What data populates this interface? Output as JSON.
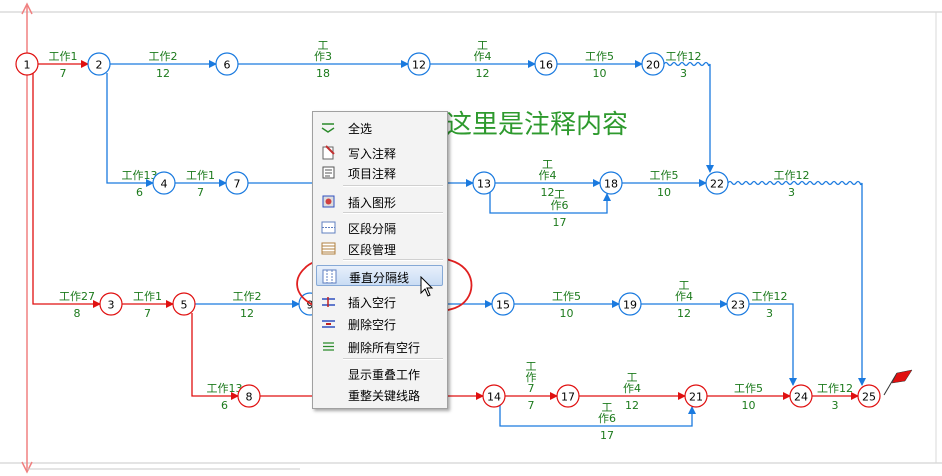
{
  "colors": {
    "red": "#e01010",
    "blue": "#1a7adf",
    "green": "#1c7a1c",
    "note": "#2e9a2e",
    "flag": "#e01010"
  },
  "note_text": "这里是注释内容",
  "nodes": [
    {
      "id": "1",
      "color": "red"
    },
    {
      "id": "2",
      "color": "blue"
    },
    {
      "id": "6",
      "color": "blue"
    },
    {
      "id": "12",
      "color": "blue"
    },
    {
      "id": "16",
      "color": "blue"
    },
    {
      "id": "20",
      "color": "blue"
    },
    {
      "id": "4",
      "color": "blue"
    },
    {
      "id": "7",
      "color": "blue"
    },
    {
      "id": "13",
      "color": "blue"
    },
    {
      "id": "18",
      "color": "blue"
    },
    {
      "id": "22",
      "color": "blue"
    },
    {
      "id": "3",
      "color": "red"
    },
    {
      "id": "5",
      "color": "red"
    },
    {
      "id": "9",
      "color": "blue"
    },
    {
      "id": "15",
      "color": "blue"
    },
    {
      "id": "19",
      "color": "blue"
    },
    {
      "id": "23",
      "color": "blue"
    },
    {
      "id": "8",
      "color": "red"
    },
    {
      "id": "14",
      "color": "red"
    },
    {
      "id": "17",
      "color": "red"
    },
    {
      "id": "21",
      "color": "red"
    },
    {
      "id": "24",
      "color": "red"
    },
    {
      "id": "25",
      "color": "red"
    }
  ],
  "activities": [
    {
      "name": "工作1",
      "duration": "7"
    },
    {
      "name": "工作2",
      "duration": "12"
    },
    {
      "name": "工\n作3",
      "duration": "18"
    },
    {
      "name": "工\n作4",
      "duration": "12"
    },
    {
      "name": "工作5",
      "duration": "10"
    },
    {
      "name": "工作12",
      "duration": "3"
    },
    {
      "name": "工作13",
      "duration": "6"
    },
    {
      "name": "工作1",
      "duration": "7"
    },
    {
      "name": "工",
      "duration": ""
    },
    {
      "name": "工\n作4",
      "duration": "12"
    },
    {
      "name": "工\n作6",
      "duration": "17"
    },
    {
      "name": "工作5",
      "duration": "10"
    },
    {
      "name": "工作12",
      "duration": "3"
    },
    {
      "name": "工作27",
      "duration": "8"
    },
    {
      "name": "工作1",
      "duration": "7"
    },
    {
      "name": "工作2",
      "duration": "12"
    },
    {
      "name": "工\n作4",
      "duration": "12"
    },
    {
      "name": "工作5",
      "duration": "10"
    },
    {
      "name": "工作12",
      "duration": "3"
    },
    {
      "name": "工作13",
      "duration": "6"
    },
    {
      "name": "工作1",
      "duration": "7"
    },
    {
      "name": "",
      "duration": "18"
    },
    {
      "name": "工\n作\n7",
      "duration": "7"
    },
    {
      "name": "工\n作4",
      "duration": "12"
    },
    {
      "name": "工\n作6",
      "duration": "17"
    },
    {
      "name": "工作5",
      "duration": "10"
    },
    {
      "name": "工作12",
      "duration": "3"
    }
  ],
  "context_menu": {
    "items": [
      {
        "label": "全选",
        "icon": "select-all-icon"
      },
      {
        "label": "写入注释",
        "icon": "write-note-icon"
      },
      {
        "label": "项目注释",
        "icon": "project-note-icon"
      },
      {
        "label": "插入图形",
        "icon": "insert-graphic-icon"
      },
      {
        "label": "区段分隔",
        "icon": "section-divider-icon"
      },
      {
        "label": "区段管理",
        "icon": "section-manage-icon"
      },
      {
        "label": "垂直分隔线",
        "icon": "vertical-divider-icon",
        "highlighted": true
      },
      {
        "label": "插入空行",
        "icon": "insert-row-icon"
      },
      {
        "label": "删除空行",
        "icon": "delete-row-icon"
      },
      {
        "label": "删除所有空行",
        "icon": "delete-all-rows-icon"
      },
      {
        "label": "显示重叠工作",
        "icon": ""
      },
      {
        "label": "重整关键线路",
        "icon": ""
      }
    ]
  }
}
